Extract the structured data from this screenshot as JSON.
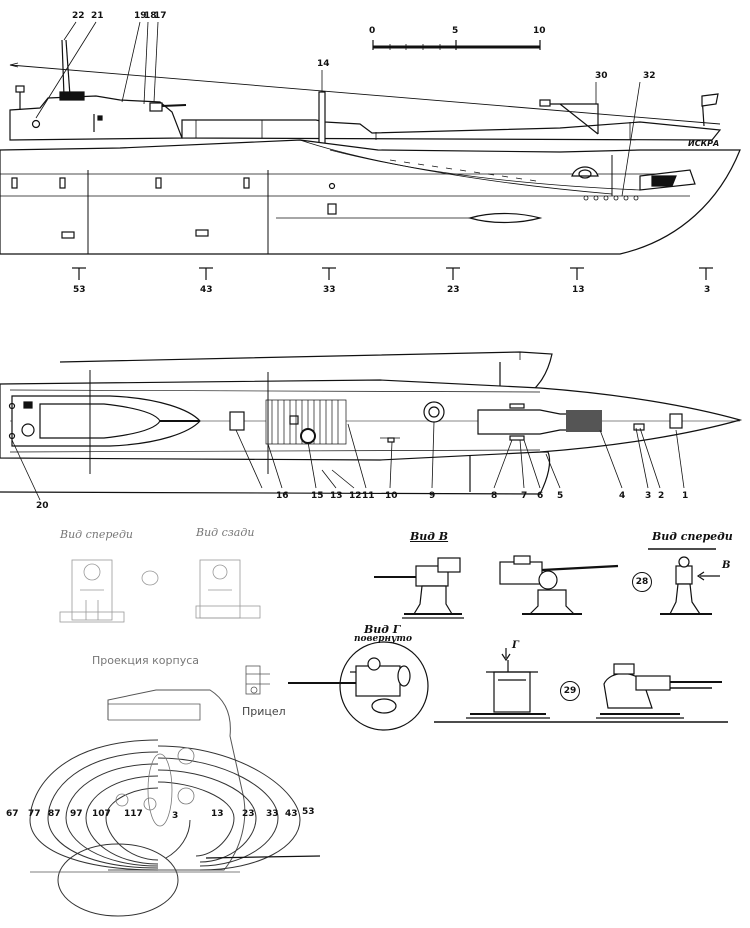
{
  "scale_bar": {
    "ticks": [
      "0",
      "5",
      "10"
    ]
  },
  "side_view": {
    "callouts": [
      "22",
      "21",
      "19",
      "18",
      "17",
      "14",
      "30",
      "32"
    ],
    "hull_name": "ИСКРА",
    "frames": [
      "53",
      "43",
      "33",
      "23",
      "13",
      "3"
    ]
  },
  "plan_view": {
    "callouts": [
      "1",
      "2",
      "3",
      "4",
      "5",
      "6",
      "7",
      "8",
      "9",
      "10",
      "11",
      "12",
      "13",
      "15",
      "16",
      "20"
    ]
  },
  "gun_views": {
    "view_front_faint": "Вид спереди",
    "view_rear_faint": "Вид сзади",
    "view_v": "Вид В",
    "view_front": "Вид спереди",
    "arrow_v": "В",
    "ref_28": "28",
    "view_g": "Вид Г",
    "view_g_sub": "повернуто",
    "arrow_g": "Г",
    "ref_29": "29",
    "sight": "Прицел"
  },
  "sections": {
    "title": "Проекция корпуса",
    "frame_labels": [
      "67",
      "77",
      "87",
      "97",
      "107",
      "117",
      "3",
      "13",
      "23",
      "33",
      "43",
      "53"
    ]
  }
}
